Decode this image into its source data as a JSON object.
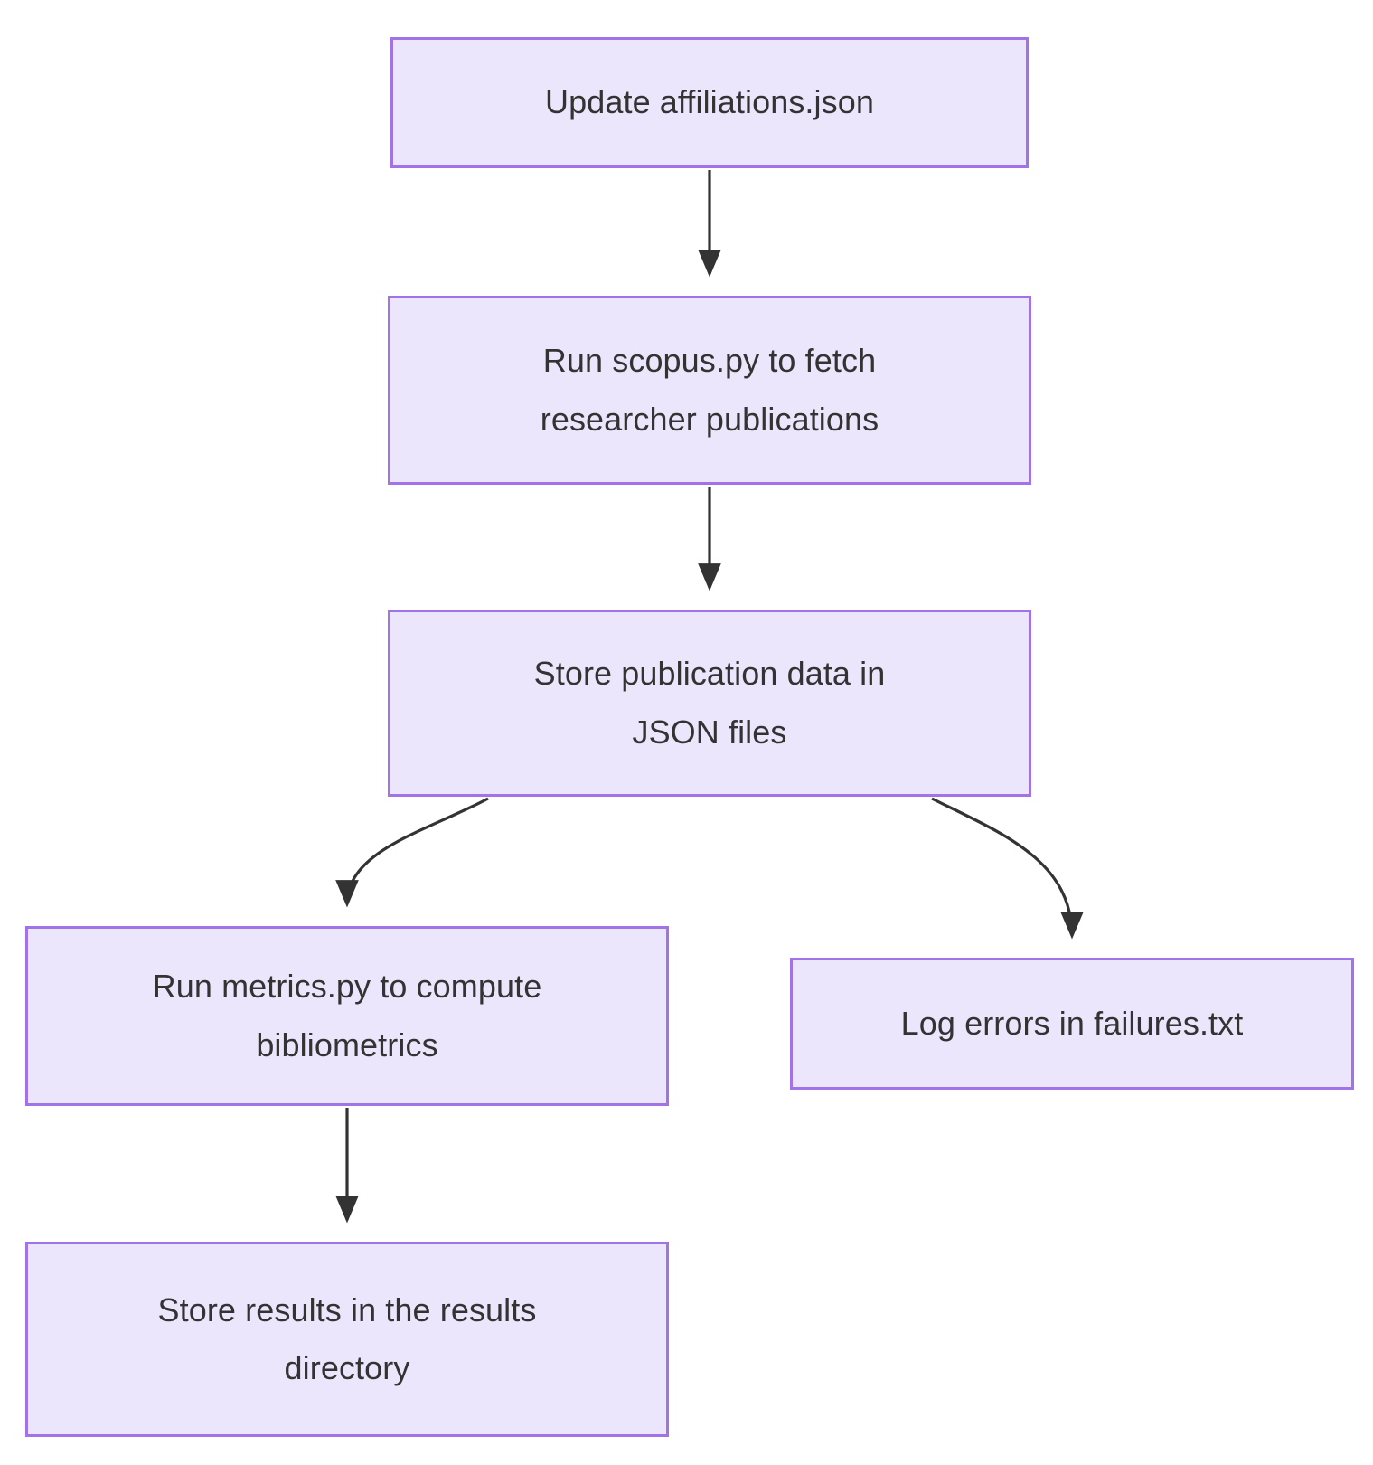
{
  "diagram": {
    "type": "flowchart",
    "direction": "top-down",
    "title": "",
    "theme": {
      "node_fill": "#ebe6fb",
      "node_border": "#a172e8",
      "node_text": "#333333",
      "edge_stroke": "#333333",
      "background": "#ffffff"
    },
    "nodes": [
      {
        "id": "n1",
        "label": "Update affiliations.json"
      },
      {
        "id": "n2",
        "label": "Run scopus.py to fetch\nresearcher publications"
      },
      {
        "id": "n3",
        "label": "Store publication data in\nJSON files"
      },
      {
        "id": "n4",
        "label": "Run metrics.py to compute\nbibliometrics"
      },
      {
        "id": "n5",
        "label": "Log errors in failures.txt"
      },
      {
        "id": "n6",
        "label": "Store results in the results\ndirectory"
      }
    ],
    "edges": [
      {
        "from": "n1",
        "to": "n2",
        "label": "",
        "style": "straight-arrow"
      },
      {
        "from": "n2",
        "to": "n3",
        "label": "",
        "style": "straight-arrow"
      },
      {
        "from": "n3",
        "to": "n4",
        "label": "",
        "style": "curved-arrow"
      },
      {
        "from": "n3",
        "to": "n5",
        "label": "",
        "style": "curved-arrow"
      },
      {
        "from": "n4",
        "to": "n6",
        "label": "",
        "style": "straight-arrow"
      }
    ]
  }
}
